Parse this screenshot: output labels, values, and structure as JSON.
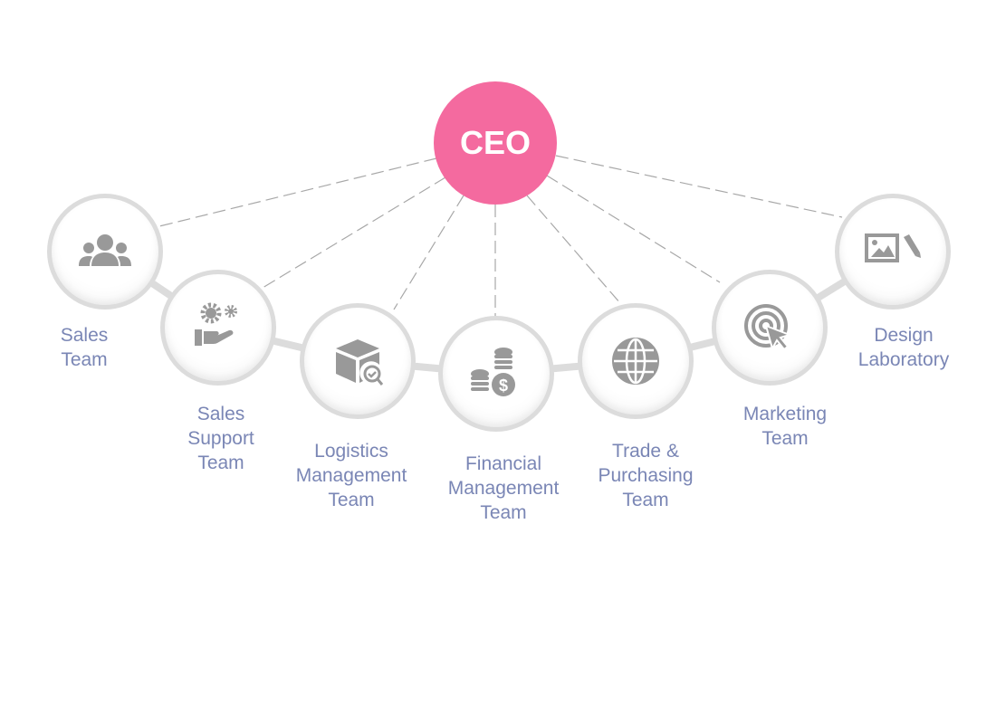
{
  "ceo": {
    "label": "CEO",
    "color": "#f46a9f"
  },
  "teams": [
    {
      "line1": "Sales",
      "line2": "Team",
      "line3": "",
      "icon": "people-icon"
    },
    {
      "line1": "Sales",
      "line2": "Support",
      "line3": "Team",
      "icon": "gears-hand-icon"
    },
    {
      "line1": "Logistics",
      "line2": "Management",
      "line3": "Team",
      "icon": "box-inspect-icon"
    },
    {
      "line1": "Financial",
      "line2": "Management",
      "line3": "Team",
      "icon": "coins-dollar-icon"
    },
    {
      "line1": "Trade &",
      "line2": "Purchasing",
      "line3": "Team",
      "icon": "globe-icon"
    },
    {
      "line1": "Marketing",
      "line2": "Team",
      "line3": "",
      "icon": "target-cursor-icon"
    },
    {
      "line1": "Design",
      "line2": "Laboratory",
      "line3": "",
      "icon": "image-pencil-icon"
    }
  ]
}
